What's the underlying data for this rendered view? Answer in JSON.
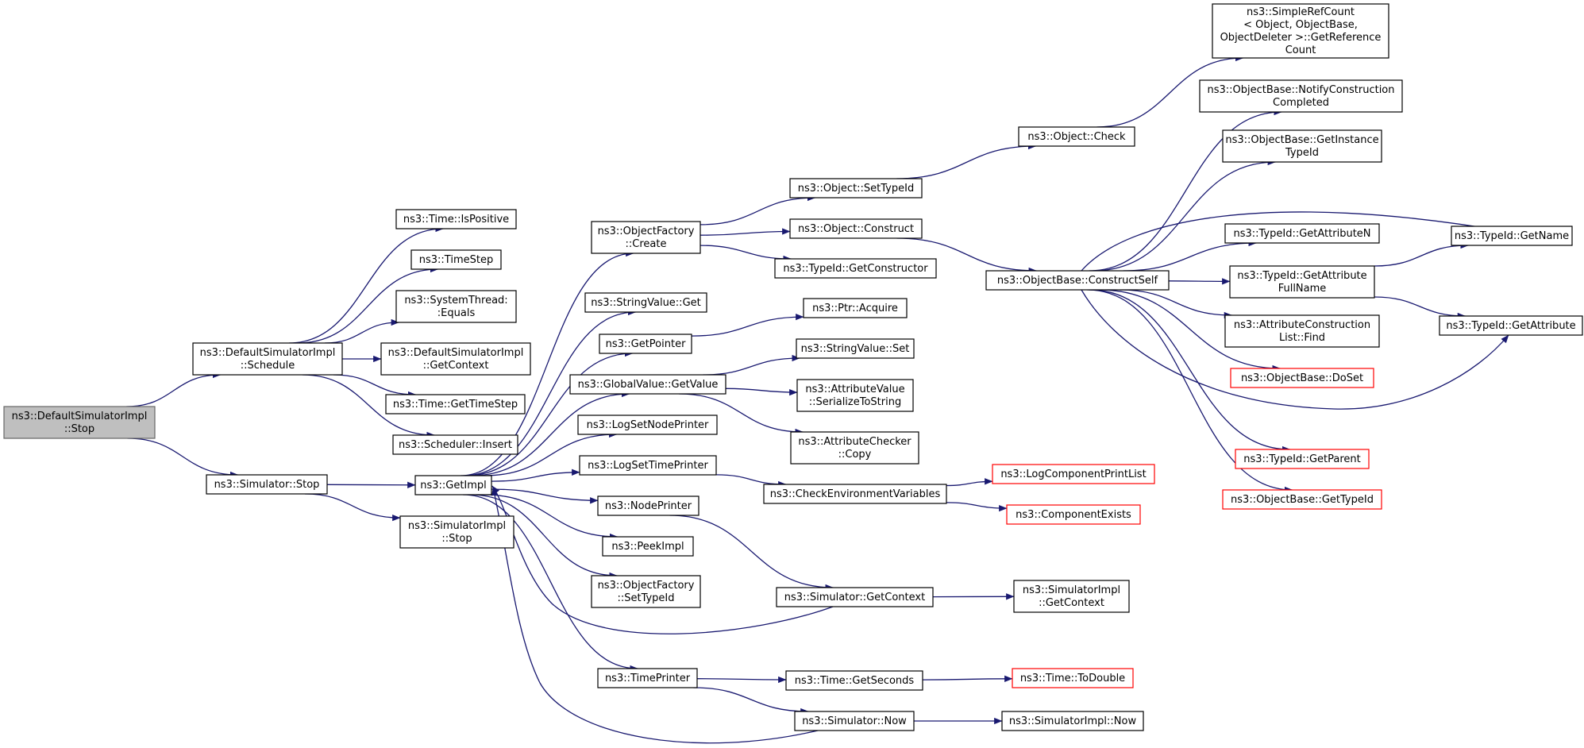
{
  "graph": {
    "nodes": [
      {
        "id": "root",
        "lines": [
          "ns3::DefaultSimulatorImpl",
          "::Stop"
        ],
        "style": "root"
      },
      {
        "id": "schedule",
        "lines": [
          "ns3::DefaultSimulatorImpl",
          "::Schedule"
        ],
        "style": "normal"
      },
      {
        "id": "simstop",
        "lines": [
          "ns3::Simulator::Stop"
        ],
        "style": "normal"
      },
      {
        "id": "ispositive",
        "lines": [
          "ns3::Time::IsPositive"
        ],
        "style": "normal"
      },
      {
        "id": "timestep",
        "lines": [
          "ns3::TimeStep"
        ],
        "style": "normal"
      },
      {
        "id": "equals",
        "lines": [
          "ns3::SystemThread:",
          ":Equals"
        ],
        "style": "normal"
      },
      {
        "id": "dsgetcontext",
        "lines": [
          "ns3::DefaultSimulatorImpl",
          "::GetContext"
        ],
        "style": "normal"
      },
      {
        "id": "gettimestep",
        "lines": [
          "ns3::Time::GetTimeStep"
        ],
        "style": "normal"
      },
      {
        "id": "insert",
        "lines": [
          "ns3::Scheduler::Insert"
        ],
        "style": "normal"
      },
      {
        "id": "getimpl",
        "lines": [
          "ns3::GetImpl"
        ],
        "style": "normal"
      },
      {
        "id": "simimplstop",
        "lines": [
          "ns3::SimulatorImpl",
          "::Stop"
        ],
        "style": "normal"
      },
      {
        "id": "ofcreate",
        "lines": [
          "ns3::ObjectFactory",
          "::Create"
        ],
        "style": "normal"
      },
      {
        "id": "svget",
        "lines": [
          "ns3::StringValue::Get"
        ],
        "style": "normal"
      },
      {
        "id": "getpointer",
        "lines": [
          "ns3::GetPointer"
        ],
        "style": "normal"
      },
      {
        "id": "gvgetvalue",
        "lines": [
          "ns3::GlobalValue::GetValue"
        ],
        "style": "normal"
      },
      {
        "id": "lognodeprinter",
        "lines": [
          "ns3::LogSetNodePrinter"
        ],
        "style": "normal"
      },
      {
        "id": "logtimeprinter",
        "lines": [
          "ns3::LogSetTimePrinter"
        ],
        "style": "normal"
      },
      {
        "id": "nodeprinter",
        "lines": [
          "ns3::NodePrinter"
        ],
        "style": "normal"
      },
      {
        "id": "peekimpl",
        "lines": [
          "ns3::PeekImpl"
        ],
        "style": "normal"
      },
      {
        "id": "ofsettypeid",
        "lines": [
          "ns3::ObjectFactory",
          "::SetTypeId"
        ],
        "style": "normal"
      },
      {
        "id": "timeprinter",
        "lines": [
          "ns3::TimePrinter"
        ],
        "style": "normal"
      },
      {
        "id": "objsettypeid",
        "lines": [
          "ns3::Object::SetTypeId"
        ],
        "style": "normal"
      },
      {
        "id": "objconstruct",
        "lines": [
          "ns3::Object::Construct"
        ],
        "style": "normal"
      },
      {
        "id": "getconstructor",
        "lines": [
          "ns3::TypeId::GetConstructor"
        ],
        "style": "normal"
      },
      {
        "id": "ptracquire",
        "lines": [
          "ns3::Ptr::Acquire"
        ],
        "style": "normal"
      },
      {
        "id": "svset",
        "lines": [
          "ns3::StringValue::Set"
        ],
        "style": "normal"
      },
      {
        "id": "serializetostring",
        "lines": [
          "ns3::AttributeValue",
          "::SerializeToString"
        ],
        "style": "normal"
      },
      {
        "id": "accopy",
        "lines": [
          "ns3::AttributeChecker",
          "::Copy"
        ],
        "style": "normal"
      },
      {
        "id": "checkenv",
        "lines": [
          "ns3::CheckEnvironmentVariables"
        ],
        "style": "normal"
      },
      {
        "id": "simgetcontext",
        "lines": [
          "ns3::Simulator::GetContext"
        ],
        "style": "normal"
      },
      {
        "id": "getseconds",
        "lines": [
          "ns3::Time::GetSeconds"
        ],
        "style": "normal"
      },
      {
        "id": "simnow",
        "lines": [
          "ns3::Simulator::Now"
        ],
        "style": "normal"
      },
      {
        "id": "objcheck",
        "lines": [
          "ns3::Object::Check"
        ],
        "style": "normal"
      },
      {
        "id": "constructself",
        "lines": [
          "ns3::ObjectBase::ConstructSelf"
        ],
        "style": "normal"
      },
      {
        "id": "logcompprintlist",
        "lines": [
          "ns3::LogComponentPrintList"
        ],
        "style": "red"
      },
      {
        "id": "compexists",
        "lines": [
          "ns3::ComponentExists"
        ],
        "style": "red"
      },
      {
        "id": "simimplgetcontext",
        "lines": [
          "ns3::SimulatorImpl",
          "::GetContext"
        ],
        "style": "normal"
      },
      {
        "id": "todouble",
        "lines": [
          "ns3::Time::ToDouble"
        ],
        "style": "red"
      },
      {
        "id": "simimplnow",
        "lines": [
          "ns3::SimulatorImpl::Now"
        ],
        "style": "normal"
      },
      {
        "id": "getrefcount",
        "lines": [
          "ns3::SimpleRefCount",
          "< Object, ObjectBase,",
          "ObjectDeleter >::GetReference",
          "Count"
        ],
        "style": "normal"
      },
      {
        "id": "notifyconstruction",
        "lines": [
          "ns3::ObjectBase::NotifyConstruction",
          "Completed"
        ],
        "style": "normal"
      },
      {
        "id": "getinstancetypeid",
        "lines": [
          "ns3::ObjectBase::GetInstance",
          "TypeId"
        ],
        "style": "normal"
      },
      {
        "id": "getattributen",
        "lines": [
          "ns3::TypeId::GetAttributeN"
        ],
        "style": "normal"
      },
      {
        "id": "getattributefullname",
        "lines": [
          "ns3::TypeId::GetAttribute",
          "FullName"
        ],
        "style": "normal"
      },
      {
        "id": "aclistfind",
        "lines": [
          "ns3::AttributeConstruction",
          "List::Find"
        ],
        "style": "normal"
      },
      {
        "id": "doset",
        "lines": [
          "ns3::ObjectBase::DoSet"
        ],
        "style": "red"
      },
      {
        "id": "getparent",
        "lines": [
          "ns3::TypeId::GetParent"
        ],
        "style": "red"
      },
      {
        "id": "getobjtypeid",
        "lines": [
          "ns3::ObjectBase::GetTypeId"
        ],
        "style": "red"
      },
      {
        "id": "getname",
        "lines": [
          "ns3::TypeId::GetName"
        ],
        "style": "normal"
      },
      {
        "id": "getattribute",
        "lines": [
          "ns3::TypeId::GetAttribute"
        ],
        "style": "normal"
      }
    ],
    "colors": {
      "edge": "#191970",
      "root_fill": "#bfbfbf",
      "red_border": "#ff0000"
    }
  }
}
